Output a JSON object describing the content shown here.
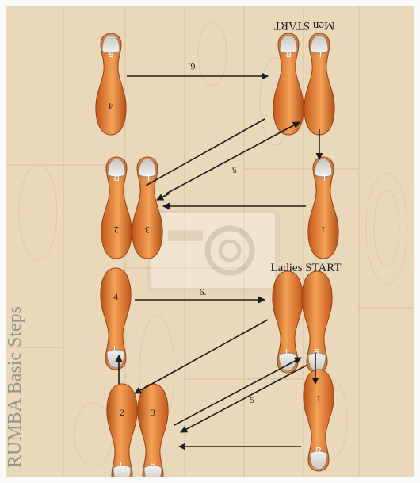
{
  "men": {
    "start_label": "Men START",
    "feet": [
      {
        "id": "men-start-right",
        "side_letter": "R",
        "step_number": ""
      },
      {
        "id": "men-start-left",
        "side_letter": "L",
        "step_number": ""
      },
      {
        "id": "men-step-1",
        "side_letter": "L",
        "step_number": "1"
      },
      {
        "id": "men-step-2",
        "side_letter": "R",
        "step_number": "2"
      },
      {
        "id": "men-step-3",
        "side_letter": "L",
        "step_number": "3"
      },
      {
        "id": "men-step-4",
        "side_letter": "R",
        "step_number": "4"
      }
    ],
    "annotations": {
      "step_5": "5",
      "step_6": "6."
    }
  },
  "ladies": {
    "start_label": "Ladies START",
    "feet": [
      {
        "id": "ladies-start-left",
        "side_letter": "L",
        "step_number": ""
      },
      {
        "id": "ladies-start-right",
        "side_letter": "R",
        "step_number": ""
      },
      {
        "id": "ladies-step-1",
        "side_letter": "R",
        "step_number": "1"
      },
      {
        "id": "ladies-step-2",
        "side_letter": "L",
        "step_number": "2"
      },
      {
        "id": "ladies-step-3",
        "side_letter": "R",
        "step_number": "3"
      },
      {
        "id": "ladies-step-4",
        "side_letter": "L",
        "step_number": "4"
      }
    ],
    "annotations": {
      "step_5": "5",
      "step_6": "6."
    }
  },
  "title": "RUMBA Basic Steps",
  "colors": {
    "floor": "#ead8bb",
    "grain": "#d9c09a",
    "foot_dark": "#c25a1d",
    "foot_light": "#f29a4c",
    "heel": "#e7e3dd",
    "arrow": "#1c1c1c",
    "title_text": "#9b948a"
  }
}
